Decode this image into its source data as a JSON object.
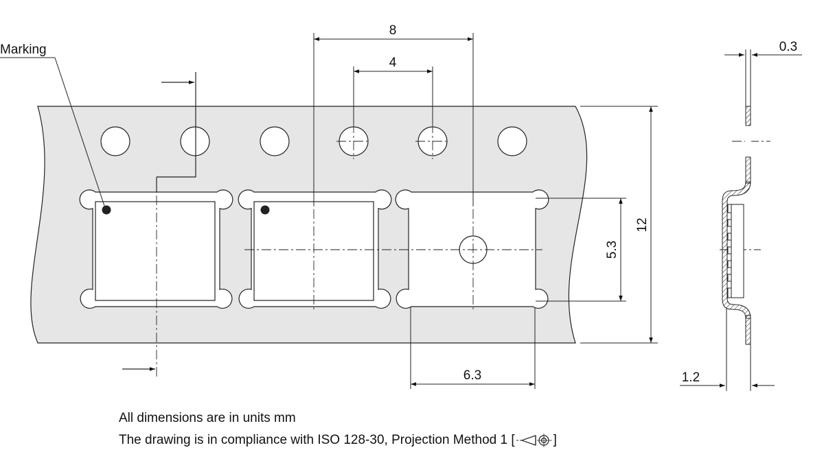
{
  "labels": {
    "marking": "Marking"
  },
  "dimensions": {
    "sprocket_pitch": "8",
    "pocket_pitch": "4",
    "tape_width": "12",
    "pocket_height": "5.3",
    "pocket_width": "6.3",
    "tape_thickness": "0.3",
    "pocket_depth": "1.2"
  },
  "notes": {
    "units": "All dimensions are in units mm",
    "compliance_prefix": "The drawing is in compliance with ISO 128-30, Projection Method 1 [",
    "compliance_suffix": "]"
  },
  "projection_symbol": "first-angle-projection-icon"
}
